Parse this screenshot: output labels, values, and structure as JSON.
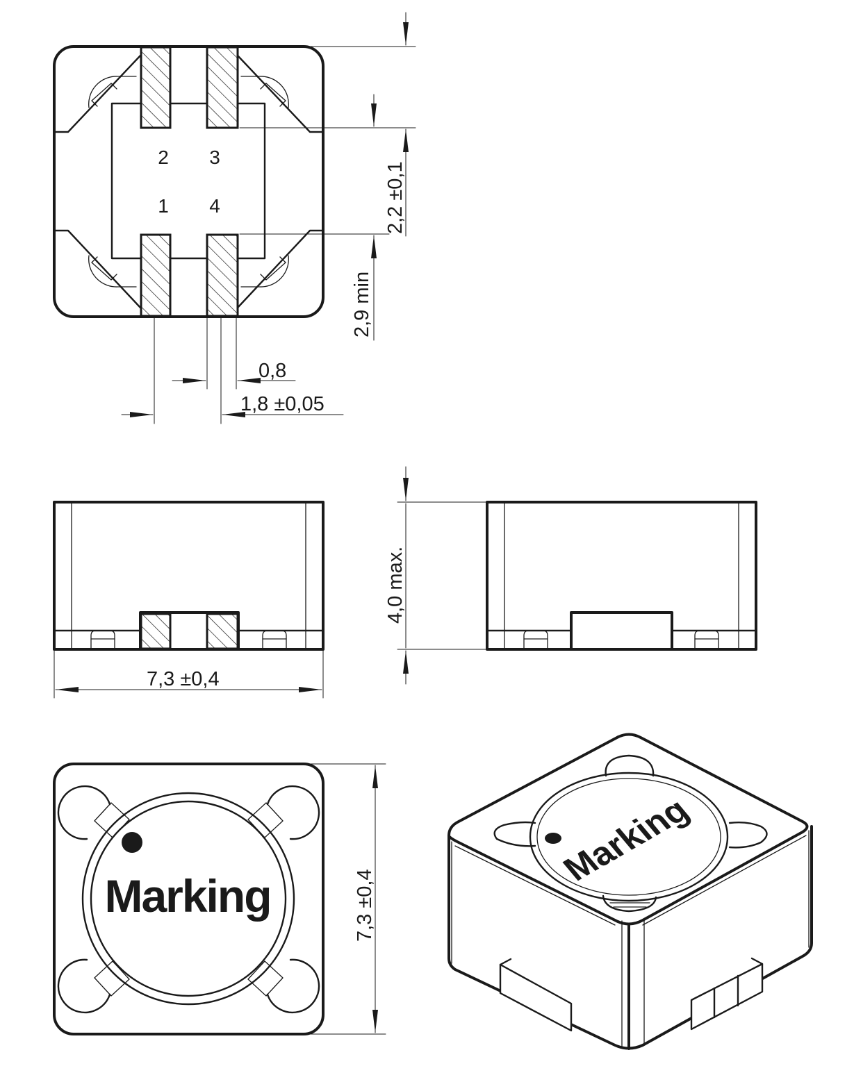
{
  "pins": {
    "p1": "1",
    "p2": "2",
    "p3": "3",
    "p4": "4"
  },
  "dimensions": {
    "pad_row_spacing": "2,2 ±0,1",
    "pad_length_min": "2,9 min",
    "pad_width": "0,8",
    "pad_pitch": "1,8 ±0,05",
    "body_height_max": "4,0 max.",
    "body_width": "7,3 ±0,4",
    "body_length": "7,3 ±0,4"
  },
  "labels": {
    "marking_top": "Marking",
    "marking_iso": "Marking"
  }
}
